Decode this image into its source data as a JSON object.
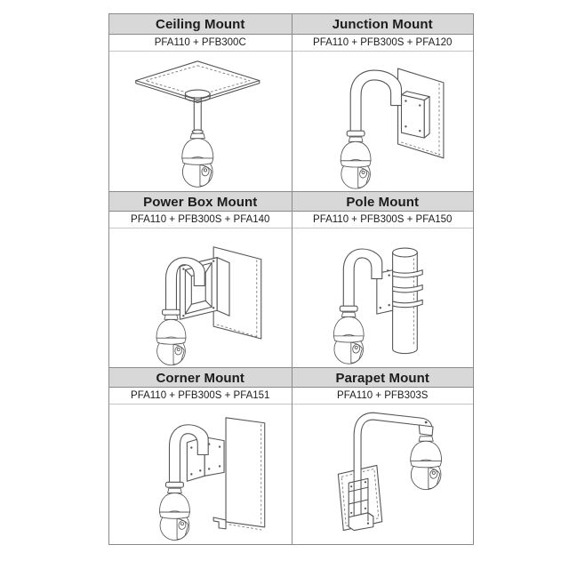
{
  "page": {
    "background_color": "#ffffff"
  },
  "style": {
    "header_bg": "#d8d8d8",
    "grid_border": "#8a8a8a",
    "light_border": "#c6c6c6",
    "text_color": "#1c1c1c",
    "line_art_color": "#555555"
  },
  "table": {
    "cells": [
      {
        "title": "Ceiling Mount",
        "parts": "PFA110 + PFB300C",
        "figure": "ceiling-mount-diagram"
      },
      {
        "title": "Junction Mount",
        "parts": "PFA110 + PFB300S + PFA120",
        "figure": "junction-mount-diagram"
      },
      {
        "title": "Power Box Mount",
        "parts": "PFA110 + PFB300S + PFA140",
        "figure": "power-box-mount-diagram"
      },
      {
        "title": "Pole Mount",
        "parts": "PFA110 + PFB300S + PFA150",
        "figure": "pole-mount-diagram"
      },
      {
        "title": "Corner Mount",
        "parts": "PFA110 + PFB300S + PFA151",
        "figure": "corner-mount-diagram"
      },
      {
        "title": "Parapet Mount",
        "parts": "PFA110 + PFB303S",
        "figure": "parapet-mount-diagram"
      }
    ]
  }
}
